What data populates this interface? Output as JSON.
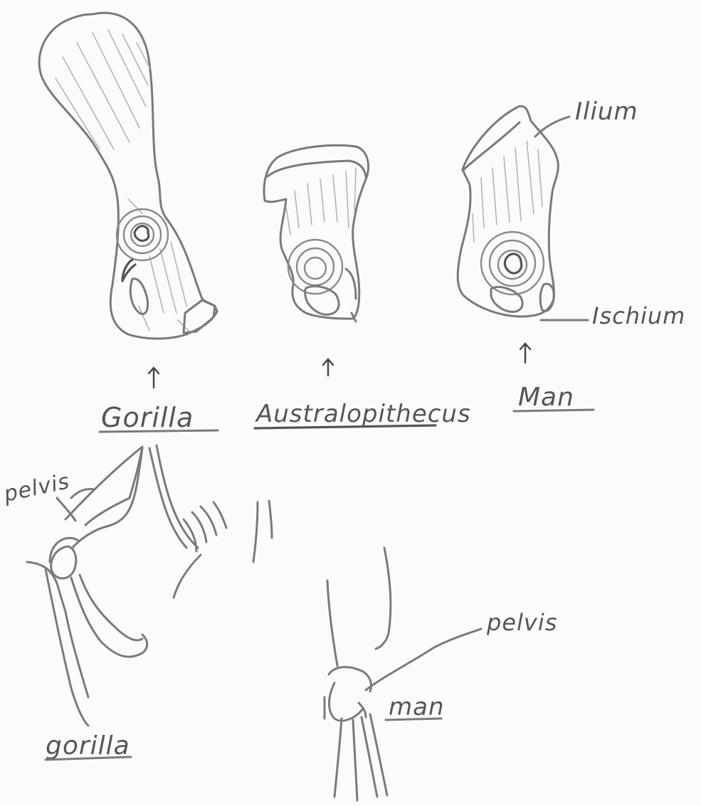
{
  "diagram": {
    "labels": {
      "gorilla_title": "Gorilla",
      "australopithecus_title": "Australopithecus",
      "man_title": "Man",
      "ilium": "Ilium",
      "ischium": "Ischium",
      "pelvis_gorilla": "pelvis",
      "pelvis_man": "pelvis",
      "gorilla_caption": "gorilla",
      "man_caption": "man"
    },
    "ink_color": "#7a7a7a",
    "paper_color": "#fbfbfb"
  }
}
